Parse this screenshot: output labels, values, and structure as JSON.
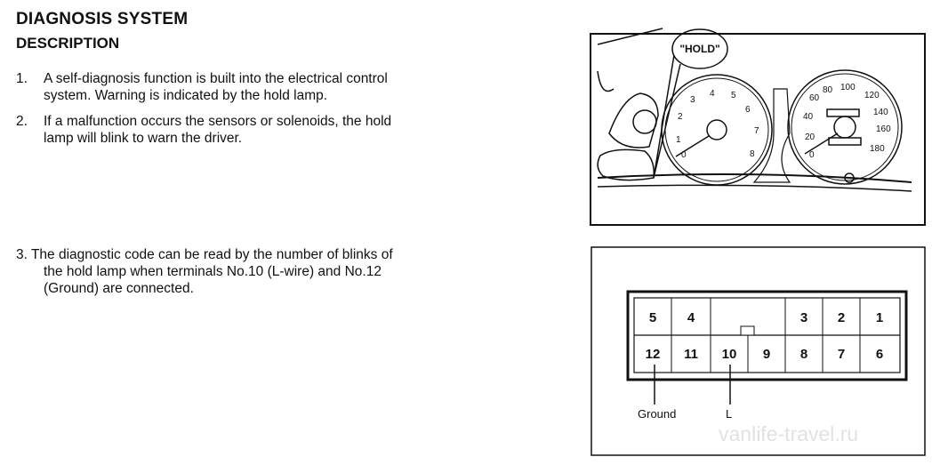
{
  "title": "DIAGNOSIS SYSTEM",
  "subtitle": "DESCRIPTION",
  "items": [
    {
      "num": "1.",
      "lines": [
        "A self-diagnosis function is built into the electrical control",
        "system. Warning is indicated by the hold lamp."
      ]
    },
    {
      "num": "2.",
      "lines": [
        "If a malfunction occurs the sensors or solenoids, the hold",
        "lamp will blink to warn the driver."
      ]
    },
    {
      "num": "3.",
      "lines": [
        "The diagnostic code can be read by the number of blinks of",
        "the hold lamp when terminals No.10 (L-wire) and No.12",
        "(Ground) are connected."
      ]
    }
  ],
  "dashboard": {
    "callout": "\"HOLD\"",
    "tach_labels": [
      "0",
      "1",
      "2",
      "3",
      "4",
      "5",
      "6",
      "7",
      "8"
    ],
    "speedo_labels": [
      "0",
      "20",
      "40",
      "60",
      "80",
      "100",
      "120",
      "140",
      "160",
      "180"
    ]
  },
  "connector": {
    "top_row": [
      "5",
      "4",
      "",
      "3",
      "2",
      "1"
    ],
    "bottom_row": [
      "12",
      "11",
      "10",
      "9",
      "8",
      "7",
      "6"
    ],
    "ground_label": "Ground",
    "l_label": "L"
  },
  "watermark": "vanlife-travel.ru"
}
